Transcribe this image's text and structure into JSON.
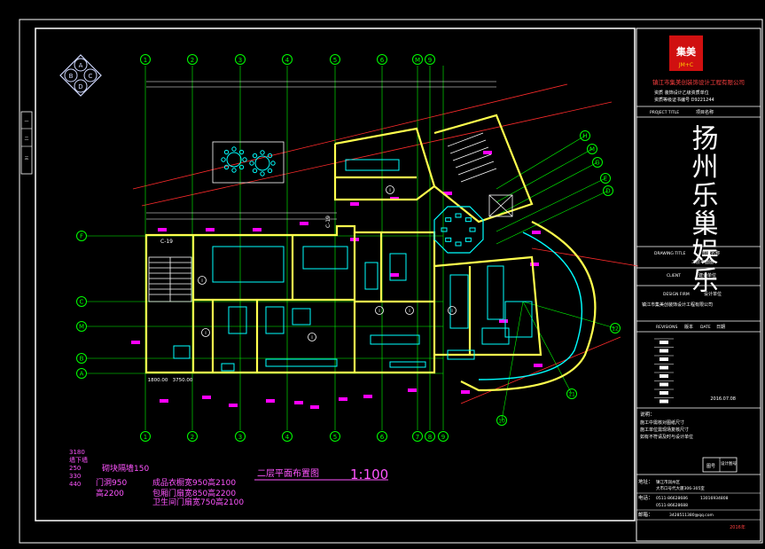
{
  "drawing": {
    "title": "二层平面布置图",
    "scale": "1:100",
    "grid_bottom": [
      "1",
      "2",
      "3",
      "4",
      "5",
      "6",
      "7",
      "8",
      "9"
    ],
    "grid_top": [
      "1",
      "2",
      "3",
      "4",
      "5",
      "6",
      "M",
      "9"
    ],
    "grid_left": [
      "F",
      "C",
      "M",
      "B",
      "A"
    ],
    "grid_right": [
      "H",
      "M",
      "G",
      "E",
      "D"
    ],
    "grid_arc": [
      "12",
      "11",
      "10"
    ],
    "room_tag": "i",
    "stair_tag": "C-19",
    "stair_tag2": "C-19",
    "dim_left": "1800.00",
    "dim_right": "3750.00",
    "compass_letters": [
      "A",
      "B",
      "C",
      "D"
    ]
  },
  "notes_left": {
    "lines": [
      "3180",
      "墙下墙",
      "250",
      "330",
      "440"
    ]
  },
  "notes_specs": {
    "line1": "砌块隔墙150",
    "line2": "门洞950",
    "line3": "高2200",
    "line4": "成品衣橱宽950高2100",
    "line5": "包厢门扇宽850高2200",
    "line6": "卫生间门扇宽750高2100"
  },
  "title_block": {
    "logo_text": "集美",
    "company": "镇江市集美创装饰设计工程有限公司",
    "qual_line1": "资质 装饰设计乙级资质单位",
    "qual_line2": "资质等级证书编号 D9221244",
    "project_title_label": "PROJECT TITLE",
    "project_title_value": "项目名称",
    "project_name": "扬州乐巢娱乐",
    "drawing_title_label": "DRAWING TITLE",
    "drawing_title_value": "图纸名称",
    "drawing_title_sub": "二层平面图",
    "client_label": "CLIENT",
    "client_value": "建设单位",
    "design_firm_label": "DESIGN FIRM",
    "design_firm_value": "设计单位",
    "design_firm_name": "镇江市集美创装饰设计工程有限公司",
    "rev_cols": [
      "REVISIONS",
      "版本",
      "DATE",
      "日期"
    ],
    "sign_rows": [
      "",
      "",
      "",
      "",
      "",
      "",
      "",
      ""
    ],
    "date_value": "2016.07.08",
    "notes_heading": "说明：",
    "notes": [
      "施工中需核对图纸尺寸",
      "施工单位需现场复核尺寸",
      "如有不符请及时与设计单位"
    ],
    "drawing_no_label": "图号",
    "drawing_no_value": "设计图号",
    "addr_label": "地址：",
    "addr_lines": [
      "镇江市润州区",
      "大市口号代大厦306-305室"
    ],
    "tel_label": "电话：",
    "tel_lines": [
      "0511-86628686",
      "0511-86628688"
    ],
    "tel_right": [
      "13016934808"
    ],
    "email_label": "邮箱：",
    "email_value": "3428511380@qq.com",
    "footer_mark": "2016年"
  },
  "left_strip": {
    "labels": [
      "一",
      "二",
      "三"
    ]
  },
  "colors": {
    "wall": "#ffff4d",
    "grid": "#00ff00",
    "axis": "#ff2b2b",
    "cyan": "#00ffff",
    "magenta": "#ff00ff",
    "white": "#ffffff",
    "logo_bg": "#d01010"
  }
}
